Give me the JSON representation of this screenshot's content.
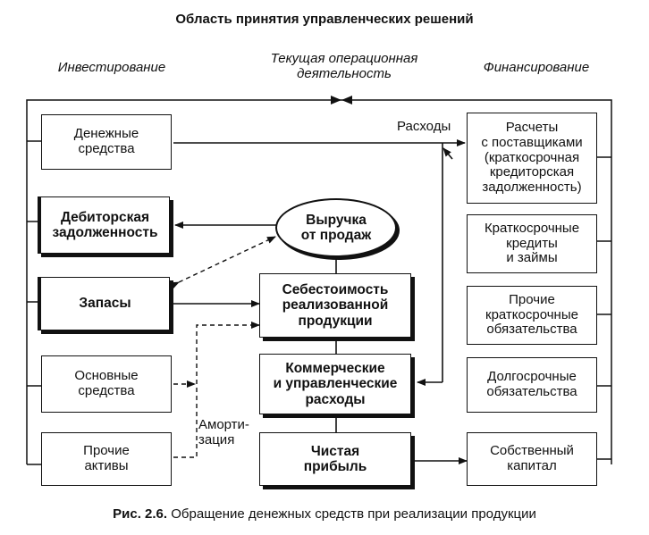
{
  "title": "Область принятия управленческих решений",
  "columns": {
    "investing": "Инвестирование",
    "operating": "Текущая операционная\nдеятельность",
    "financing": "Финансирование"
  },
  "left_boxes": {
    "cash": "Денежные\nсредства",
    "receivables": "Дебиторская\nзадолженность",
    "inventory": "Запасы",
    "fixed_assets": "Основные\nсредства",
    "other_assets": "Прочие\nактивы"
  },
  "center": {
    "revenue": "Выручка\nот продаж",
    "cost_of_sales": "Себестоимость\nреализованной\nпродукции",
    "selling_admin": "Коммерческие\nи управленческие\nрасходы",
    "net_profit": "Чистая\nприбыль"
  },
  "right_boxes": {
    "payables": "Расчеты\nс поставщиками\n(краткосрочная\nкредиторская\nзадолженность)",
    "short_loans": "Краткосрочные\nкредиты\nи займы",
    "other_short": "Прочие\nкраткосрочные\nобязательства",
    "long_term": "Долгосрочные\nобязательства",
    "equity": "Собственный\nкапитал"
  },
  "labels": {
    "expenses": "Расходы",
    "depreciation": "Аморти-\nзация"
  },
  "caption": {
    "figure": "Рис. 2.6.",
    "text": " Обращение денежных средств при реализации продукции"
  }
}
